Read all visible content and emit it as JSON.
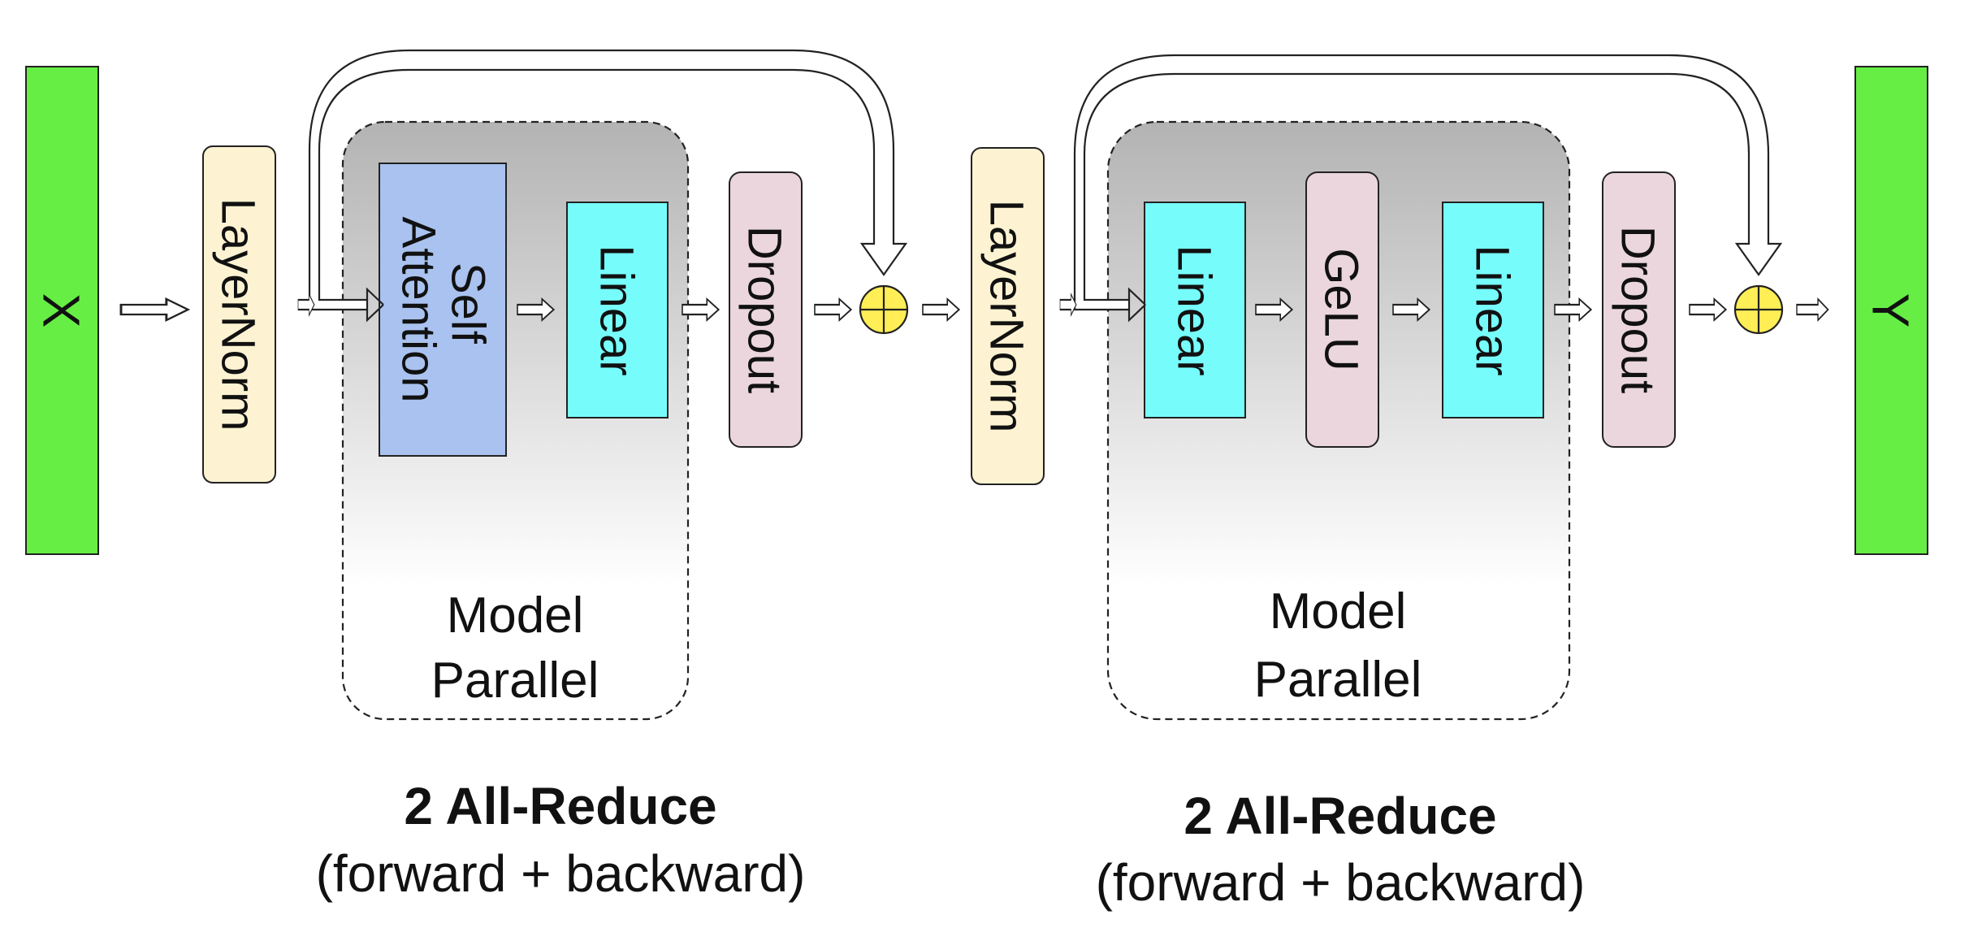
{
  "input": {
    "label": "X"
  },
  "output": {
    "label": "Y"
  },
  "attention_block": {
    "layernorm_label": "LayerNorm",
    "self_attention_label": "Self Attention",
    "linear_label": "Linear",
    "dropout_label": "Dropout",
    "group_label": [
      "Model",
      "Parallel"
    ],
    "allreduce_title": "2 All-Reduce",
    "allreduce_subtitle": "(forward + backward)"
  },
  "mlp_block": {
    "layernorm_label": "LayerNorm",
    "linear1_label": "Linear",
    "gelu_label": "GeLU",
    "linear2_label": "Linear",
    "dropout_label": "Dropout",
    "group_label": [
      "Model",
      "Parallel"
    ],
    "allreduce_title": "2 All-Reduce",
    "allreduce_subtitle": "(forward + backward)"
  },
  "colors": {
    "io_green": "#66ee44",
    "layernorm": "#fdf3d2",
    "self_attention": "#a9c2ef",
    "linear": "#77fcfc",
    "dropout_gelu": "#ead6dc",
    "adder": "#ffee55"
  },
  "icons": {
    "adder": "circle-plus-icon",
    "arrow": "hollow-arrow-right-icon",
    "skip": "residual-skip-arrow"
  }
}
